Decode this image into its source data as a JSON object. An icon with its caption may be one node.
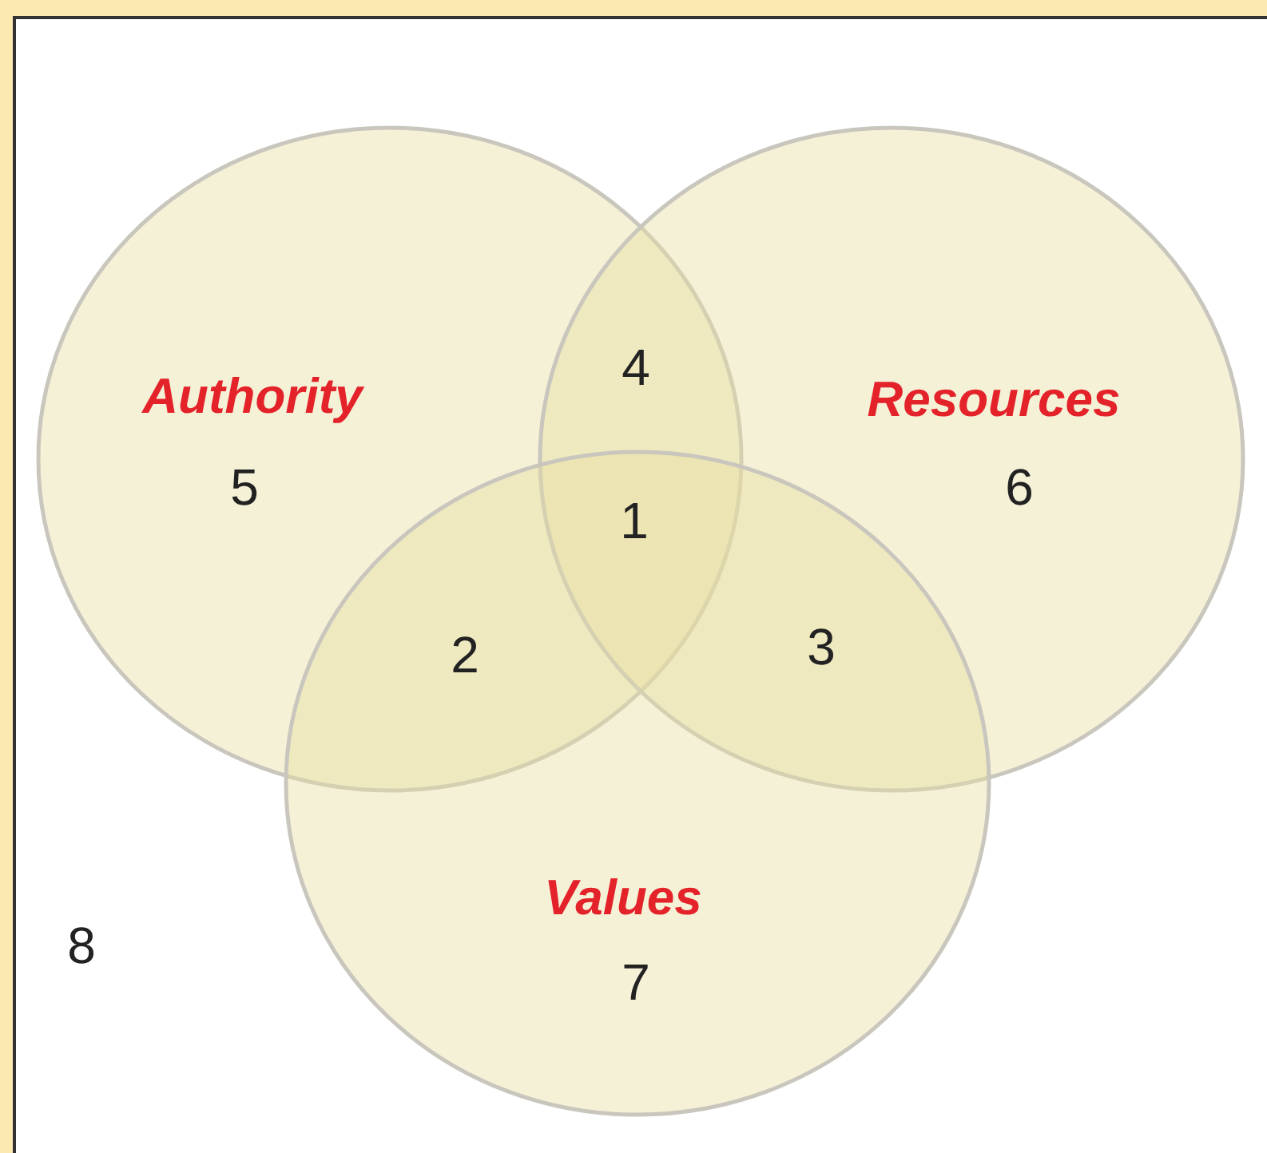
{
  "diagram": {
    "nodes": [
      {
        "text": [
          "Authority",
          "5"
        ]
      },
      {
        "text": [
          "Resources",
          "6"
        ]
      },
      {
        "text": [
          "Values",
          "7"
        ]
      }
    ],
    "labels": [
      "4",
      "1",
      "2",
      "3",
      "8"
    ]
  }
}
